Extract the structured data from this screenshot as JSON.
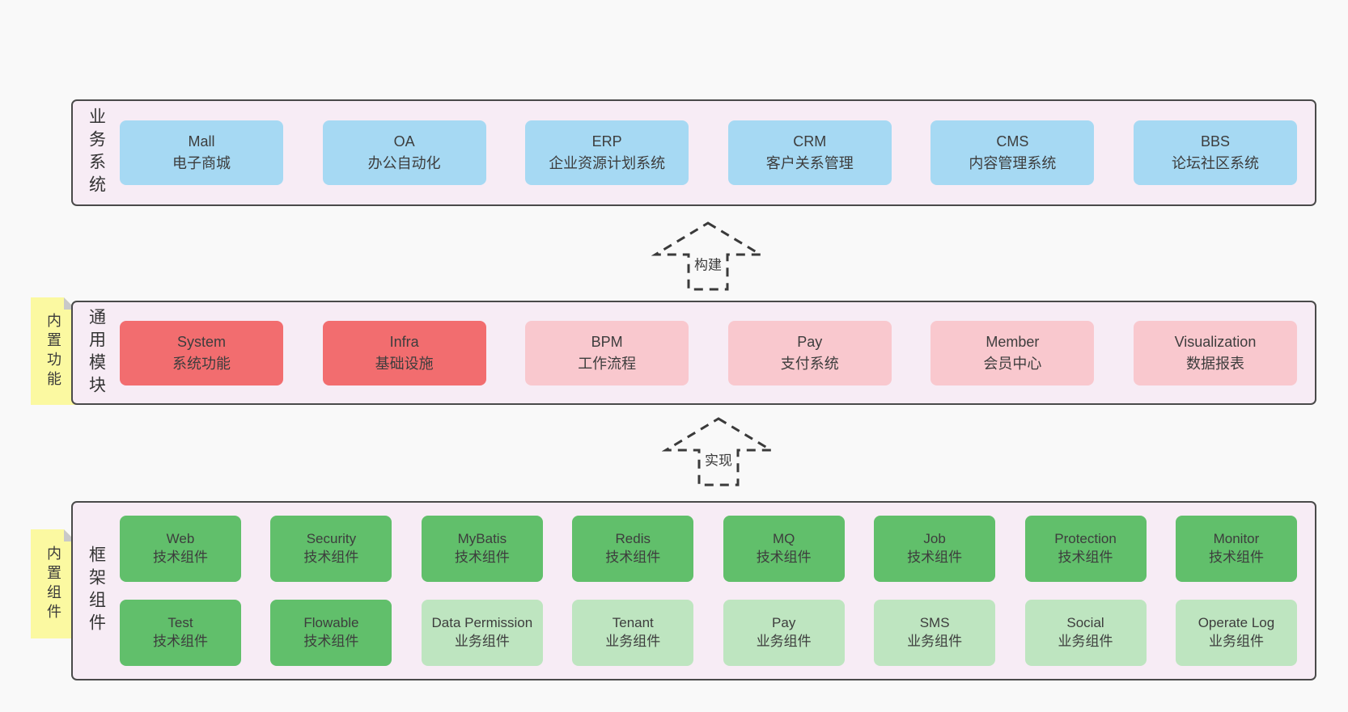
{
  "colors": {
    "page_bg": "#f9f9f9",
    "band_bg": "#f7ecf5",
    "band_border": "#4a4a4a",
    "blue": "#a6d9f3",
    "red": "#f26d6f",
    "pink": "#f9c8ce",
    "green": "#61bf6b",
    "green_light": "#bee5c0",
    "sticky_yellow": "#fbf9a1",
    "sticky_fold": "#c9c9c9",
    "text": "#3d3d3d"
  },
  "arrows": [
    {
      "label": "构建"
    },
    {
      "label": "实现"
    }
  ],
  "bands": [
    {
      "label": "业务系统",
      "boxes": [
        {
          "title": "Mall",
          "subtitle": "电子商城"
        },
        {
          "title": "OA",
          "subtitle": "办公自动化"
        },
        {
          "title": "ERP",
          "subtitle": "企业资源计划系统"
        },
        {
          "title": "CRM",
          "subtitle": "客户关系管理"
        },
        {
          "title": "CMS",
          "subtitle": "内容管理系统"
        },
        {
          "title": "BBS",
          "subtitle": "论坛社区系统"
        }
      ]
    },
    {
      "label": "通用模块",
      "sticky_note": "内置功能",
      "boxes": [
        {
          "title": "System",
          "subtitle": "系统功能"
        },
        {
          "title": "Infra",
          "subtitle": "基础设施"
        },
        {
          "title": "BPM",
          "subtitle": "工作流程"
        },
        {
          "title": "Pay",
          "subtitle": "支付系统"
        },
        {
          "title": "Member",
          "subtitle": "会员中心"
        },
        {
          "title": "Visualization",
          "subtitle": "数据报表"
        }
      ]
    },
    {
      "label": "框架组件",
      "sticky_note": "内置组件",
      "rows": [
        [
          {
            "title": "Web",
            "subtitle": "技术组件"
          },
          {
            "title": "Security",
            "subtitle": "技术组件"
          },
          {
            "title": "MyBatis",
            "subtitle": "技术组件"
          },
          {
            "title": "Redis",
            "subtitle": "技术组件"
          },
          {
            "title": "MQ",
            "subtitle": "技术组件"
          },
          {
            "title": "Job",
            "subtitle": "技术组件"
          },
          {
            "title": "Protection",
            "subtitle": "技术组件"
          },
          {
            "title": "Monitor",
            "subtitle": "技术组件"
          }
        ],
        [
          {
            "title": "Test",
            "subtitle": "技术组件"
          },
          {
            "title": "Flowable",
            "subtitle": "技术组件"
          },
          {
            "title": "Data Permission",
            "subtitle": "业务组件"
          },
          {
            "title": "Tenant",
            "subtitle": "业务组件"
          },
          {
            "title": "Pay",
            "subtitle": "业务组件"
          },
          {
            "title": "SMS",
            "subtitle": "业务组件"
          },
          {
            "title": "Social",
            "subtitle": "业务组件"
          },
          {
            "title": "Operate Log",
            "subtitle": "业务组件"
          }
        ]
      ]
    }
  ]
}
